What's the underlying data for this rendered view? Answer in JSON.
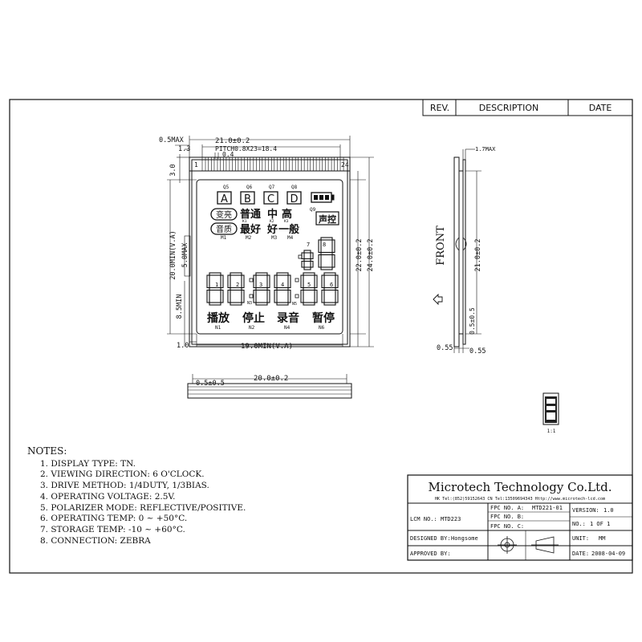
{
  "revision_table": {
    "rev": "REV.",
    "description": "DESCRIPTION",
    "date": "DATE"
  },
  "dimensions": {
    "max_05": "0.5MAX",
    "d_13": "1.3",
    "width_21": "21.0±0.2",
    "pitch": "PITCH0.8X23=18.4",
    "d_04": "0.4",
    "pin_first": "1",
    "pin_last": "24",
    "d_30": "3.0",
    "va_height": "20.0MIN(V.A)",
    "max_50": "5.0MAX",
    "min_85": "8.5MIN",
    "h_220": "22.0±0.2",
    "h_240": "24.0±0.2",
    "d_10": "1.0",
    "va_width": "19.0MIN(V.A)",
    "bottom_width": "20.0±0.2",
    "bottom_thick": "0.5±0.5",
    "side_max": "1.7MAX",
    "side_height": "21.0±0.2",
    "side_05": "0.5±0.5",
    "side_055a": "0.55",
    "side_055b": "0.55",
    "front": "FRONT",
    "scale": "1:1"
  },
  "lcd": {
    "segs_top": [
      "Q5",
      "Q6",
      "Q7",
      "Q8"
    ],
    "letters": [
      "A",
      "B",
      "C",
      "D"
    ],
    "mode_left": [
      "变亮",
      "音质"
    ],
    "modes_row1": [
      "普通",
      "中",
      "高"
    ],
    "modes_row2": [
      "最好",
      "好",
      "一般"
    ],
    "mode_small": [
      "K1",
      "K2",
      "K3"
    ],
    "m_labels": [
      "M1",
      "M2",
      "M3",
      "M4"
    ],
    "q9": "Q9",
    "voice": "声控",
    "seg_nums": [
      "7",
      "8",
      "1",
      "2",
      "3",
      "4",
      "5",
      "6"
    ],
    "n_small": [
      "N3",
      "N5"
    ],
    "actions": [
      "播放",
      "停止",
      "录音",
      "暂停"
    ],
    "action_codes": [
      "N1",
      "N2",
      "N4",
      "N6"
    ]
  },
  "notes": {
    "title": "NOTES:",
    "items": [
      "1. DISPLAY TYPE: TN.",
      "2. VIEWING DIRECTION: 6 O'CLOCK.",
      "3. DRIVE METHOD: 1/4DUTY, 1/3BIAS.",
      "4. OPERATING VOLTAGE: 2.5V.",
      "5. POLARIZER MODE: REFLECTIVE/POSITIVE.",
      "6. OPERATING TEMP: 0 ~ +50°C.",
      "7. STORAGE TEMP: -10 ~ +60°C.",
      "8. CONNECTION: ZEBRA"
    ]
  },
  "title_block": {
    "company": "Microtech Technology Co.Ltd.",
    "contact": "HK Tel:(852)59152643   CN Tel:13509694343   Http://www.microtech-lcd.com",
    "lcm_label": "LCM NO.:",
    "lcm_value": "MTD223",
    "fpc_a_label": "FPC NO. A:",
    "fpc_a_value": "MTD221-01",
    "fpc_b_label": "FPC NO. B:",
    "fpc_c_label": "FPC NO. C:",
    "version_label": "VERSION:",
    "version_value": "1.0",
    "no_label": "NO.:",
    "no_value": "1  OF 1",
    "unit_label": "UNIT:",
    "unit_value": "MM",
    "designed_label": "DESIGNED BY:",
    "designed_value": "Hongsome",
    "approved_label": "APPROVED BY:",
    "date_label": "DATE:",
    "date_value": "2008-04-09"
  }
}
